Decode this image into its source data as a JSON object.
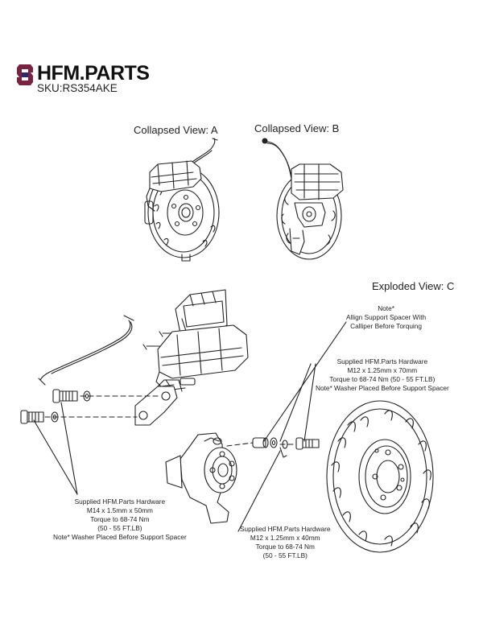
{
  "brand": {
    "name": "HFM.PARTS",
    "sku": "SKU:RS354AKE",
    "colors": {
      "primary": "#7a2340",
      "secondary": "#2b2b6e"
    }
  },
  "views": {
    "collapsed_a": "Collapsed View: A",
    "collapsed_b": "Collapsed View: B",
    "exploded_c": "Exploded View: C"
  },
  "notes": {
    "align_spacer": [
      "Note*",
      "Allign Support Spacer With",
      "Calliper Before Torquing"
    ],
    "hardware_m12_70": [
      "Supplied HFM.Parts Hardware",
      "M12 x 1.25mm x 70mm",
      "Torque to 68-74 Nm (50 - 55 FT.LB)",
      "Note* Washer Placed Before Support Spacer"
    ],
    "hardware_m14_50": [
      "Supplied HFM.Parts Hardware",
      "M14 x 1.5mm x 50mm",
      "Torque to 68-74 Nm",
      "(50 - 55 FT.LB)",
      "Note* Washer Placed Before Support Spacer"
    ],
    "hardware_m12_40": [
      "Supplied HFM.Parts Hardware",
      "M12 x 1.25mm x 40mm",
      "Torque to 68-74 Nm",
      "(50 - 55 FT.LB)"
    ]
  }
}
